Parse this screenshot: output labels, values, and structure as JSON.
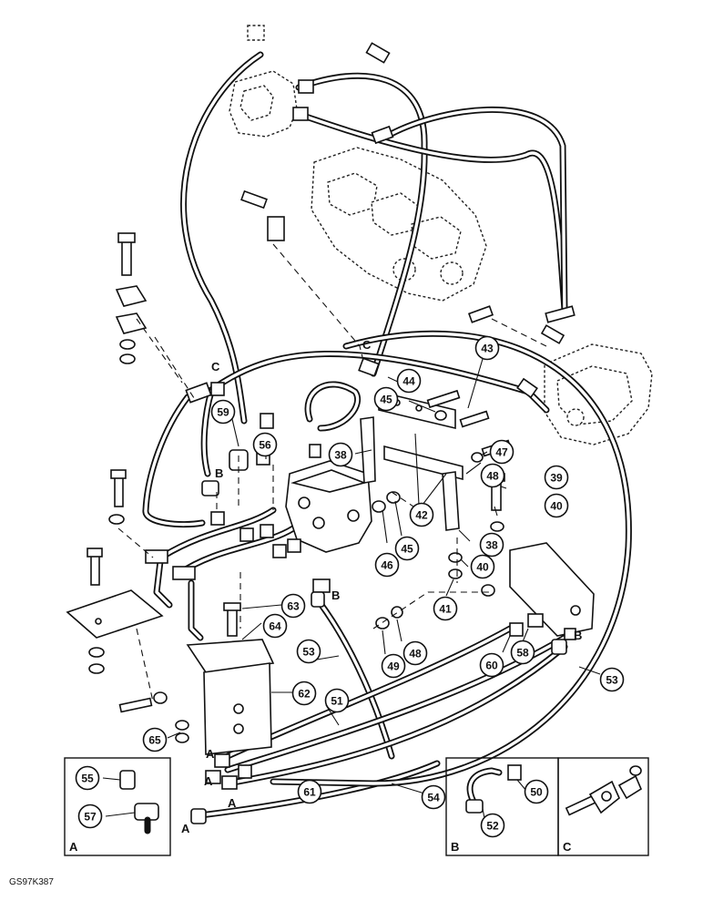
{
  "drawing_code": "GS97K387",
  "callouts": [
    {
      "id": "c38a",
      "label": "38"
    },
    {
      "id": "c38b",
      "label": "38"
    },
    {
      "id": "c39",
      "label": "39"
    },
    {
      "id": "c40a",
      "label": "40"
    },
    {
      "id": "c40b",
      "label": "40"
    },
    {
      "id": "c41",
      "label": "41"
    },
    {
      "id": "c42",
      "label": "42"
    },
    {
      "id": "c43",
      "label": "43"
    },
    {
      "id": "c44",
      "label": "44"
    },
    {
      "id": "c45a",
      "label": "45"
    },
    {
      "id": "c45b",
      "label": "45"
    },
    {
      "id": "c46",
      "label": "46"
    },
    {
      "id": "c47",
      "label": "47"
    },
    {
      "id": "c48a",
      "label": "48"
    },
    {
      "id": "c48b",
      "label": "48"
    },
    {
      "id": "c49",
      "label": "49"
    },
    {
      "id": "c50",
      "label": "50"
    },
    {
      "id": "c51",
      "label": "51"
    },
    {
      "id": "c52",
      "label": "52"
    },
    {
      "id": "c53a",
      "label": "53"
    },
    {
      "id": "c53b",
      "label": "53"
    },
    {
      "id": "c54",
      "label": "54"
    },
    {
      "id": "c55",
      "label": "55"
    },
    {
      "id": "c56",
      "label": "56"
    },
    {
      "id": "c57",
      "label": "57"
    },
    {
      "id": "c58",
      "label": "58"
    },
    {
      "id": "c59",
      "label": "59"
    },
    {
      "id": "c60",
      "label": "60"
    },
    {
      "id": "c61",
      "label": "61"
    },
    {
      "id": "c62",
      "label": "62"
    },
    {
      "id": "c63",
      "label": "63"
    },
    {
      "id": "c64",
      "label": "64"
    },
    {
      "id": "c65",
      "label": "65"
    }
  ],
  "letters": {
    "a": "A",
    "b": "B",
    "c": "C"
  },
  "inset_labels": {
    "a": "A",
    "b": "B",
    "c": "C"
  }
}
